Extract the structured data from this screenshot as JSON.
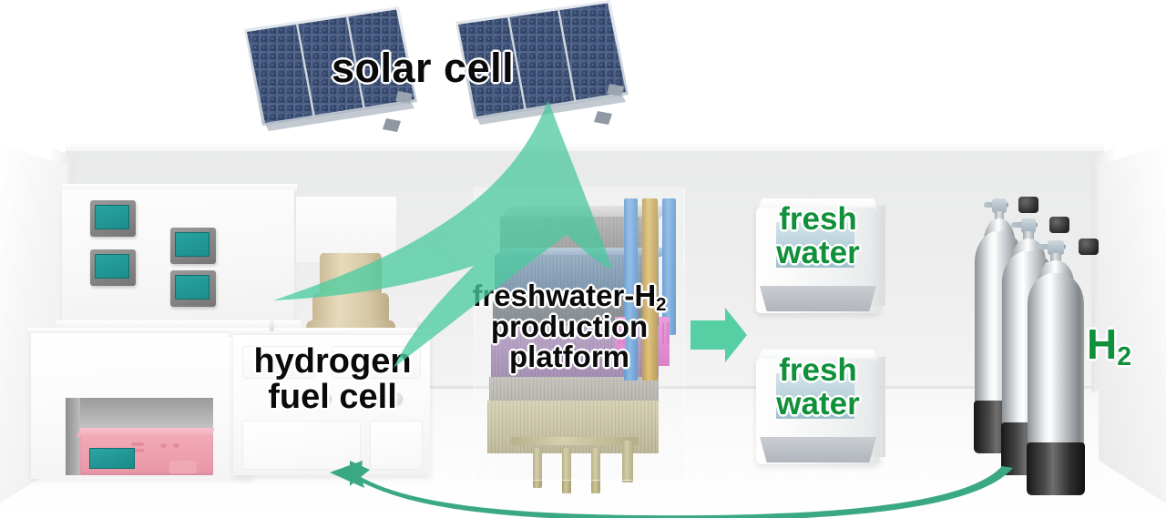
{
  "title": "Freshwater-H2 production platform schematic",
  "labels": {
    "solar_cell": "solar cell",
    "hydrogen_fuel_cell_line1": "hydrogen",
    "hydrogen_fuel_cell_line2": "fuel  cell",
    "platform_line1": "freshwater-H",
    "platform_sub": "2",
    "platform_line2": "production",
    "platform_line3": "platform",
    "fresh_water_top_line1": "fresh",
    "fresh_water_top_line2": "water",
    "fresh_water_bottom_line1": "fresh",
    "fresh_water_bottom_line2": "water",
    "hydrogen_symbol": "H",
    "hydrogen_subscript": "2"
  },
  "icons": {
    "solar_panel_left": "solar-panel-icon",
    "solar_panel_right": "solar-panel-icon",
    "gas_cylinder": "gas-cylinder-icon",
    "water_container": "water-container-icon",
    "arrow_up_to_solar": "curved-arrow-up-icon",
    "arrow_right_to_water": "arrow-right-icon",
    "arrow_return_to_fuelcell": "curved-arrow-left-icon"
  },
  "colors": {
    "arrow_green": "#56cfa5",
    "arrow_return_green": "#3aa883",
    "label_green": "#10903a",
    "label_dark": "#0a0a0a",
    "solar_panel_blue": "#3c4f74",
    "platform_blue_layer": "#5d7f9d",
    "platform_purple_layer": "#9b7fae",
    "platform_olive_layer": "#c0ba95",
    "pipe_blue": "#4a8bc9",
    "pipe_gold": "#c5a24a",
    "screen_teal": "#1b8e8c",
    "device_pink": "#efa2b0",
    "tank_beige": "#d8c9a6",
    "cylinder_silver": "#c8cdd0",
    "cylinder_base_black": "#1b1b1b",
    "room_wall": "#eeeeee",
    "room_floor": "#f7f7f7"
  },
  "counts": {
    "solar_panels": 2,
    "gas_cylinders": 3,
    "water_containers": 2,
    "wall_monitors": 4
  }
}
